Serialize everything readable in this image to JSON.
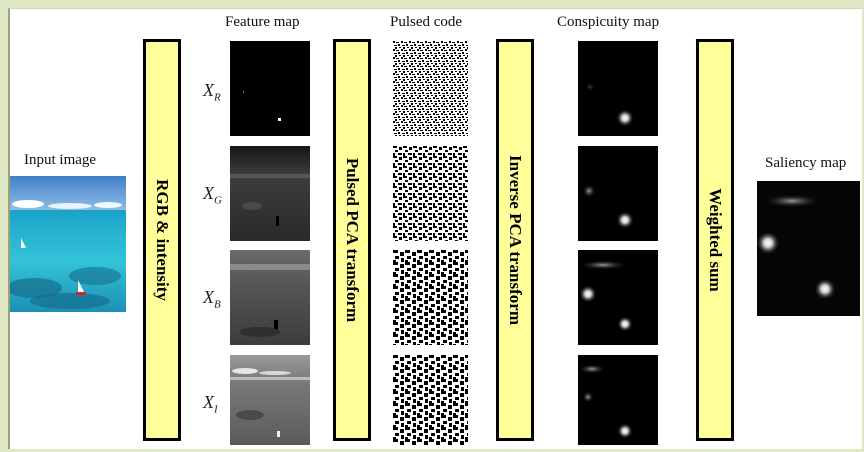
{
  "headers": {
    "input": "Input image",
    "feature": "Feature map",
    "pulsed": "Pulsed code",
    "conspicuity": "Conspicuity map",
    "saliency": "Saliency map"
  },
  "stages": {
    "rgb": "RGB & intensity",
    "pca": "Pulsed PCA transform",
    "inverse": "Inverse PCA transform",
    "weighted": "Weighted sum"
  },
  "channels": [
    {
      "base": "X",
      "sub": "R"
    },
    {
      "base": "X",
      "sub": "G"
    },
    {
      "base": "X",
      "sub": "B"
    },
    {
      "base": "X",
      "sub": "I"
    }
  ],
  "colors": {
    "stage_fill": "#ffff99",
    "stage_border": "#000000",
    "background": "#dfe8c4"
  }
}
